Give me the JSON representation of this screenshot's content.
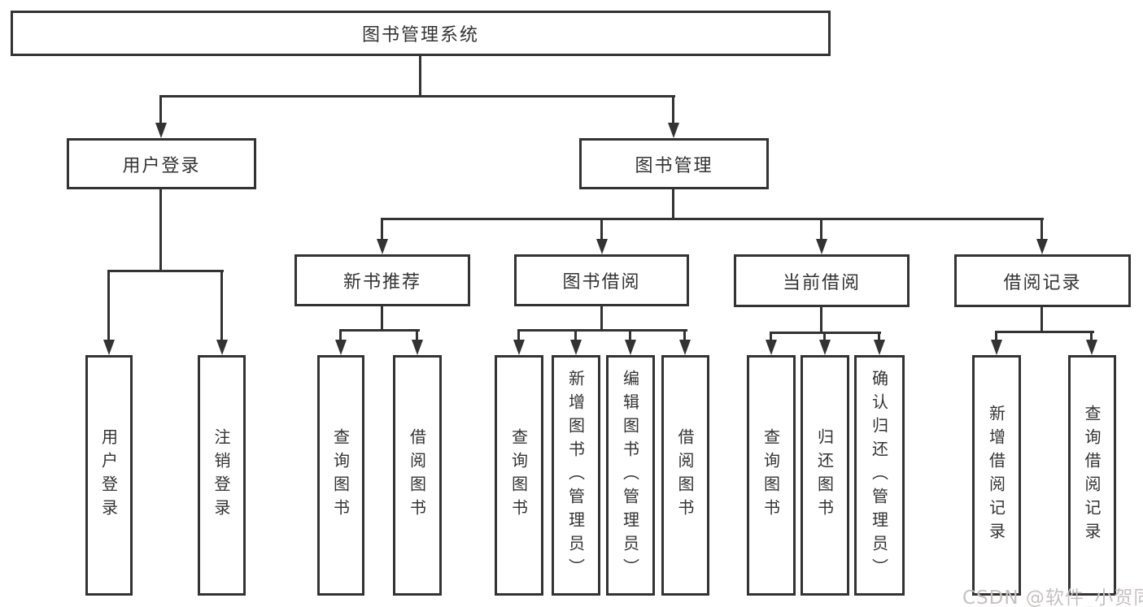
{
  "diagram": {
    "title": "图书管理系统",
    "level2": {
      "user_login": "用户登录",
      "book_mgmt": "图书管理"
    },
    "level3": {
      "new_books": "新书推荐",
      "book_borrow": "图书借阅",
      "current_borrow": "当前借阅",
      "borrow_records": "借阅记录"
    },
    "leaves": {
      "user_login": [
        "用户登录",
        "注销登录"
      ],
      "new_books": [
        "查询图书",
        "借阅图书"
      ],
      "book_borrow": [
        "查询图书",
        "新增图书（管理员）",
        "编辑图书（管理员）",
        "借阅图书"
      ],
      "current_borrow": [
        "查询图书",
        "归还图书",
        "确认归还（管理员）"
      ],
      "borrow_records": [
        "新增借阅记录",
        "查询借阅记录"
      ]
    }
  },
  "watermark": "CSDN @软件_小贺同学",
  "colors": {
    "line": "#333333",
    "text": "#333333",
    "watermark": "#c6c1c1",
    "background": "#ffffff"
  }
}
